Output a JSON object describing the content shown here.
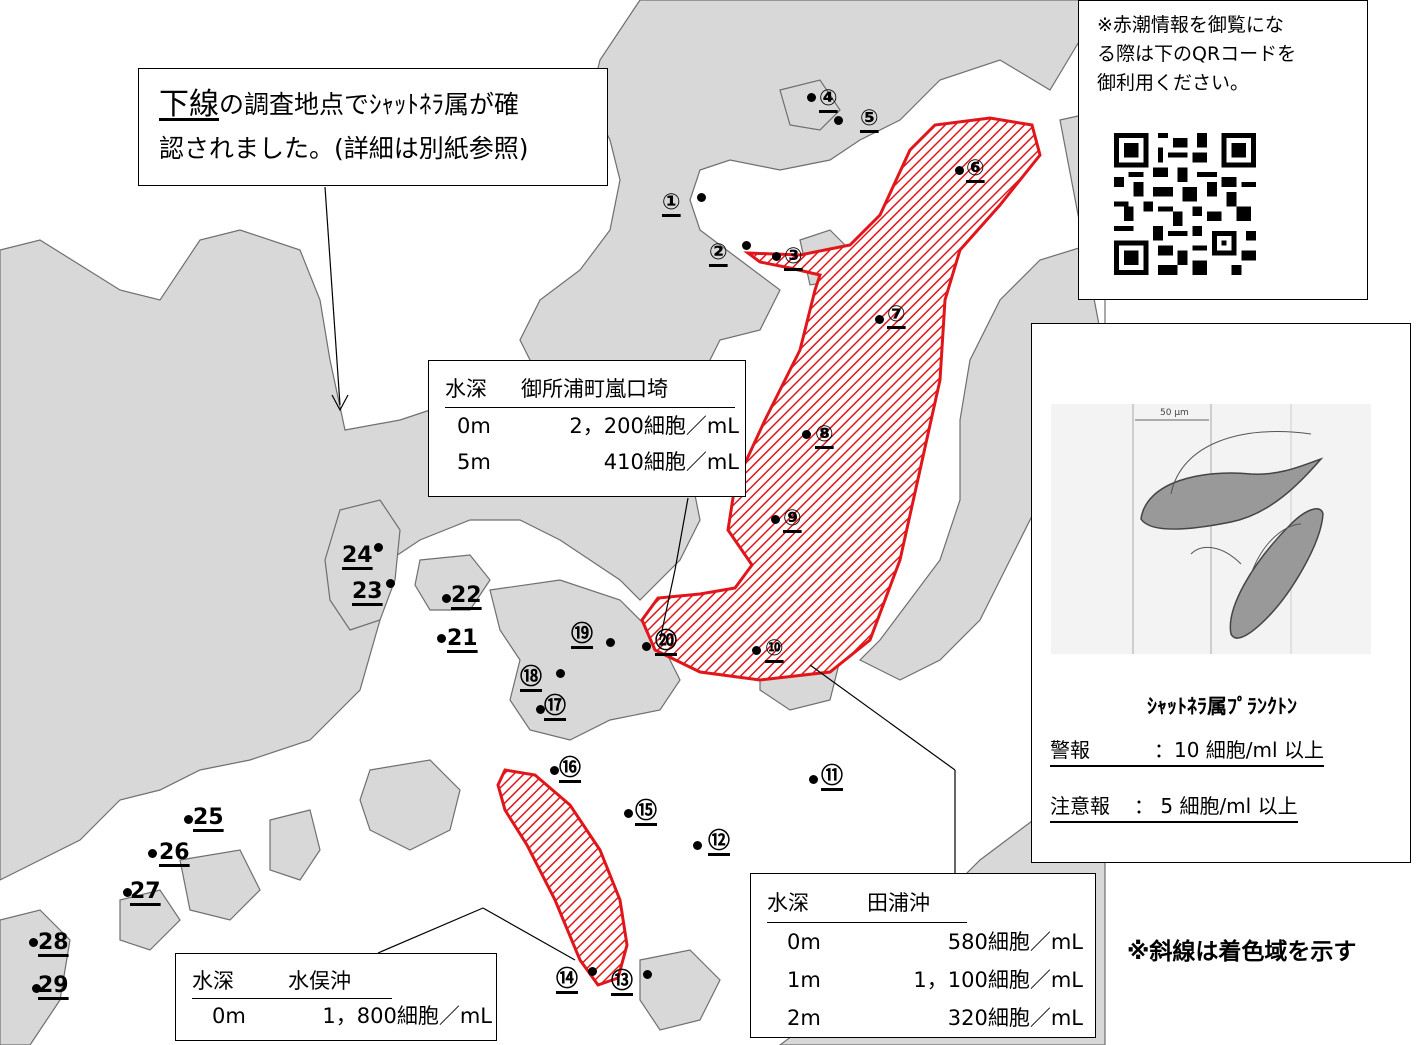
{
  "callout": {
    "underline_word": "下線",
    "line1_rest": "の調査地点でｼｬｯﾄﾈﾗ属が確",
    "line2": "認されました。(詳細は別紙参照)"
  },
  "qr_note": {
    "lines": [
      "※赤潮情報を御覧にな",
      "る際は下のQRコードを",
      "御利用ください。"
    ]
  },
  "plankton_card": {
    "scale_label": "50 μm",
    "caption": "ｼｬｯﾄﾈﾗ属ﾌﾟﾗﾝｸﾄﾝ",
    "warning_label": "警報",
    "warning_value": "：10 細胞/ml 以上",
    "caution_label": "注意報",
    "caution_value": "： 5 細胞/ml 以上"
  },
  "hatch_note": "※斜線は着色域を示す",
  "table_goshoura": {
    "h1": "水深",
    "h2": "御所浦町嵐口埼",
    "rows": [
      {
        "depth": "0m",
        "value": "2，200細胞／mL"
      },
      {
        "depth": "5m",
        "value": "410細胞／mL"
      }
    ]
  },
  "table_taura": {
    "h1": "水深",
    "h2": "田浦沖",
    "rows": [
      {
        "depth": "0m",
        "value": "580細胞／mL"
      },
      {
        "depth": "1m",
        "value": "1，100細胞／mL"
      },
      {
        "depth": "2m",
        "value": "320細胞／mL"
      }
    ]
  },
  "table_minamata": {
    "h1": "水深",
    "h2": "水俣沖",
    "rows": [
      {
        "depth": "0m",
        "value": "1，800細胞／mL"
      }
    ]
  },
  "colors": {
    "hatch": "#e0161b",
    "land": "#d6d6d6",
    "sea": "#ffffff",
    "coast": "#6f6f6f"
  },
  "stations": [
    {
      "id": "s1",
      "label": "①"
    },
    {
      "id": "s2",
      "label": "②"
    },
    {
      "id": "s3",
      "label": "③"
    },
    {
      "id": "s4",
      "label": "④"
    },
    {
      "id": "s5",
      "label": "⑤"
    },
    {
      "id": "s6",
      "label": "⑥"
    },
    {
      "id": "s7",
      "label": "⑦"
    },
    {
      "id": "s8",
      "label": "⑧"
    },
    {
      "id": "s9",
      "label": "⑨"
    },
    {
      "id": "s10",
      "label": "⑩"
    },
    {
      "id": "s11",
      "label": "⑪"
    },
    {
      "id": "s12",
      "label": "⑫"
    },
    {
      "id": "s13",
      "label": "⑬"
    },
    {
      "id": "s14",
      "label": "⑭"
    },
    {
      "id": "s15",
      "label": "⑮"
    },
    {
      "id": "s16",
      "label": "⑯"
    },
    {
      "id": "s17",
      "label": "⑰"
    },
    {
      "id": "s18",
      "label": "⑱"
    },
    {
      "id": "s19",
      "label": "⑲"
    },
    {
      "id": "s20",
      "label": "⑳"
    },
    {
      "id": "s21",
      "label": "21"
    },
    {
      "id": "s22",
      "label": "22"
    },
    {
      "id": "s23",
      "label": "23"
    },
    {
      "id": "s24",
      "label": "24"
    },
    {
      "id": "s25",
      "label": "25"
    },
    {
      "id": "s26",
      "label": "26"
    },
    {
      "id": "s27",
      "label": "27"
    },
    {
      "id": "s28",
      "label": "28"
    },
    {
      "id": "s29",
      "label": "29"
    }
  ]
}
